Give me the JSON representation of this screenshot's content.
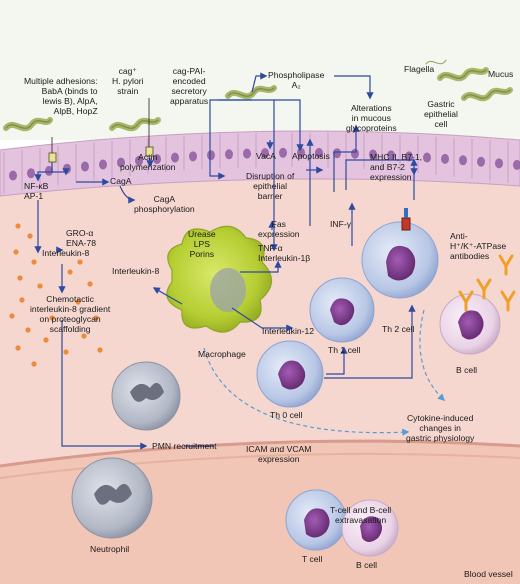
{
  "labels": {
    "adhesions": "Multiple adhesions:\nBabA (binds to\nlewis B), AlpA,\nAlpB, HopZ",
    "cag_strain": "cag⁺\nH. pylori\nstrain",
    "secretory": "cag-PAI-\nencoded\nsecretory\napparatus",
    "phospholipase": "Phospholipase\nA₂",
    "flagella": "Flagella",
    "mucus": "Mucus",
    "alterations": "Alterations\nin mucous\nglycoproteins",
    "gastric_cell": "Gastric\nepithelial\ncell",
    "actin": "Actin\npolymerization",
    "vaca": "VacA",
    "apoptosis": "Apoptosis",
    "mhc": "MHC II, B7-1,\nand B7-2\nexpression",
    "nfkb": "NF-κB\nAP-1",
    "caga": "CagA",
    "caga_phos": "CagA\nphosphorylation",
    "disruption": "Disruption of\nepithelial\nbarrier",
    "gro": "GRO-α\nENA-78",
    "interleukin8_top": "Interleukin-8",
    "urease": "Urease\nLPS\nPorins",
    "fas": "Fas\nexpression",
    "infg": "INF-γ",
    "tnf": "TNF-α\nInterleukin-1β",
    "anti_h": "Anti-\nH⁺/K⁺-ATPase\nantibodies",
    "interleukin8_mid": "Interleukin-8",
    "chemotactic": "Chemotactic\ninterleukin-8 gradient\non proteoglycan\nscaffolding",
    "interleukin12": "Interleukin-12",
    "th2": "Th 2 cell",
    "th1": "Th 1 cell",
    "macrophage": "Macrophage",
    "bcell_right": "B cell",
    "th0": "Th 0 cell",
    "cytokine": "Cytokine-induced\nchanges in\ngastric physiology",
    "pmn": "PMN recruitment",
    "icam": "ICAM and VCAM\nexpression",
    "tcell_extra": "T-cell and B-cell\nextravasation",
    "neutrophil": "Neutrophil",
    "tcell": "T cell",
    "bcell_bottom": "B cell",
    "blood_vessel": "Blood vessel"
  },
  "colors": {
    "mucus_layer": "#f3f7ef",
    "epithelium": "#e4c3de",
    "nucleus": "#8d5aa0",
    "lamina": "#f5d7cf",
    "vessel": "#f1c6b6",
    "bacteria": "#c9d79a",
    "arrow": "#2e4a9e",
    "dashed_arrow": "#5b9bd5",
    "macrophage": "#b5cd32",
    "lymphocyte": "#b8c7e6",
    "lymph_nucleus": "#6e2f7a",
    "neutrophil": "#b3b8c6",
    "bcell": "#e9d3e6",
    "antibody": "#f0a02a",
    "il8_dot": "#ee8b3a"
  }
}
